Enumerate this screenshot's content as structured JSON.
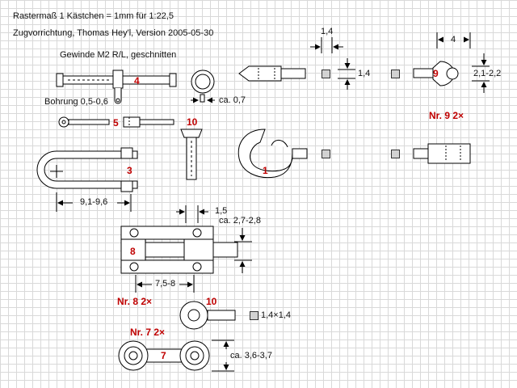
{
  "header": {
    "line1": "Rastermaß 1 Kästchen = 1mm für 1:22,5",
    "line2": "Zugvorrichtung, Thomas Hey'l, Version 2005-05-30"
  },
  "notes": {
    "thread": "Gewinde M2 R/L, geschnitten",
    "bore": "Bohrung 0,5-0,6"
  },
  "dimensions": {
    "d_ring": "ca. 0,7",
    "d_top_w": "1,4",
    "d_top_h": "1,4",
    "d_eye_w": "4",
    "d_eye_h": "2,1-2,2",
    "d_shackle": "9,1-9,6",
    "d_plate_t": "1,5",
    "d_jaw": "ca. 2,7-2,8",
    "d_pitch8": "7,5-8",
    "d_square": "1,4×1,4",
    "d_link7": "ca. 3,6-3,7"
  },
  "parts": {
    "p1": "1",
    "p3": "3",
    "p4": "4",
    "p5": "5",
    "p7": "7",
    "p8": "8",
    "p9": "9",
    "p10a": "10",
    "p10b": "10"
  },
  "quantities": {
    "q9": "Nr. 9  2×",
    "q8": "Nr. 8  2×",
    "q7": "Nr. 7  2×"
  },
  "colors": {
    "grid": "#d9d9d9",
    "line": "#000000",
    "part_fill": "#ffffff",
    "label_red": "#c00000"
  }
}
